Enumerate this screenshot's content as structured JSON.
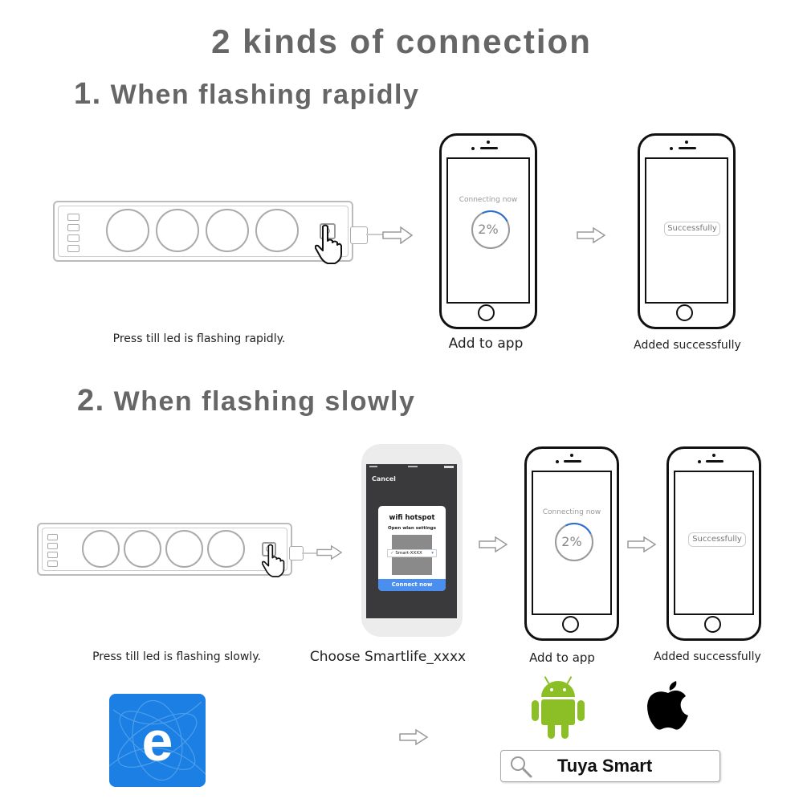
{
  "title": "2 kinds of connection",
  "section1": {
    "number": "1.",
    "heading": "When flashing rapidly",
    "steps": [
      {
        "caption": "Press till led is flashing rapidly."
      },
      {
        "caption": "Add to app",
        "screen_text": "Connecting now",
        "progress": "2%"
      },
      {
        "caption": "Added successfully",
        "screen_text": "Successfully"
      }
    ]
  },
  "section2": {
    "number": "2.",
    "heading": "When flashing slowly",
    "steps": [
      {
        "caption": "Press till led is flashing slowly."
      },
      {
        "caption": "Choose Smartlife_xxxx",
        "screen": {
          "cancel": "Cancel",
          "dialog_title": "wifi hotspot",
          "dialog_subtitle": "Open wlan settings",
          "network": "Smart-XXXX",
          "button": "Connect now"
        }
      },
      {
        "caption": "Add to app",
        "screen_text": "Connecting now",
        "progress": "2%"
      },
      {
        "caption": "Added successfully",
        "screen_text": "Successfully"
      }
    ]
  },
  "app": {
    "icon_letter": "e",
    "platforms": [
      "android",
      "apple"
    ],
    "search_text": "Tuya Smart"
  },
  "colors": {
    "heading_gray": "#666666",
    "progress_blue": "#2a6fd6",
    "app_icon_blue": "#1b7fe3",
    "android_green": "#8cbf26",
    "connect_button_blue": "#4a8ff0",
    "dark_screen": "#3a3a3c"
  }
}
